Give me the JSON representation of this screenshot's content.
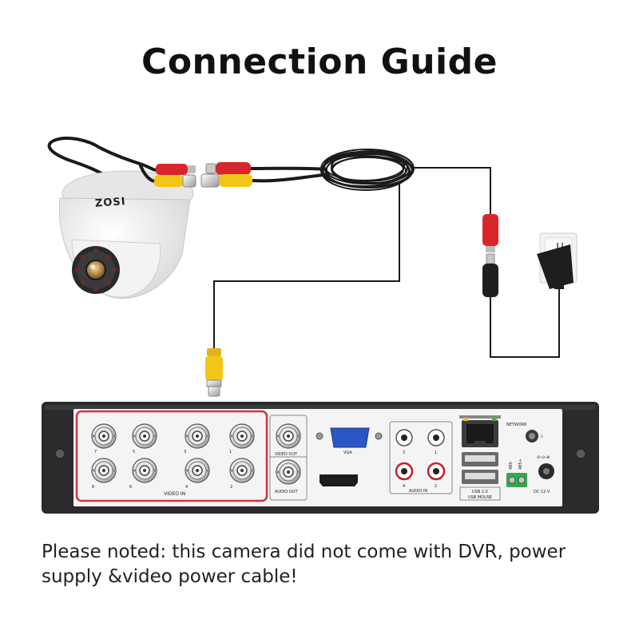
{
  "title": "Connection Guide",
  "camera": {
    "brand": "ZOSI"
  },
  "dvr": {
    "channel_numbers_top": [
      "7",
      "5",
      "3",
      "1"
    ],
    "channel_numbers_bottom": [
      "8",
      "6",
      "4",
      "2"
    ],
    "video_in_label": "VIDEO IN",
    "video_out_label": "VIDEO OUT",
    "audio_out_label": "AUDIO OUT",
    "vga_label": "VGA",
    "audio_in_label": "AUDIO IN",
    "audio_numbers_top": [
      "3",
      "1"
    ],
    "audio_numbers_bottom": [
      "4",
      "2"
    ],
    "network_label": "NETWORK",
    "usb_label": "USB 2.0",
    "usb_mouse_label": "USB MOUSE",
    "rs485_labels": [
      "485-",
      "485+"
    ],
    "dc_label": "DC 12 V"
  },
  "note": "Please noted: this camera did not come with DVR, power supply &video power cable!",
  "colors": {
    "highlight": "#d0353d",
    "video_plug": "#f2c618",
    "power_plug": "#d9262e",
    "cable": "#1a1a1a",
    "dvr_body": "#2b2b2b",
    "dvr_panel": "#f4f4f4"
  }
}
